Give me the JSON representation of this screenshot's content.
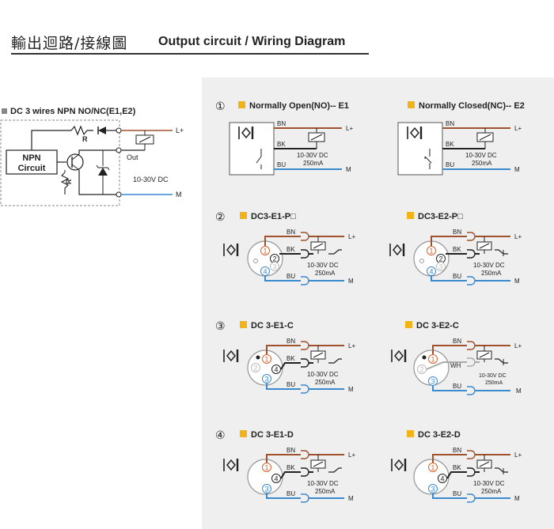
{
  "header": {
    "title_zh": "輸出迴路/接線圖",
    "title_en": "Output circuit / Wiring Diagram"
  },
  "npn": {
    "title": "DC 3 wires NPN NO/NC(E1,E2)",
    "box_label_1": "NPN",
    "box_label_2": "Circuit",
    "r1": "R",
    "r2": "R",
    "plus": "L+",
    "out": "Out",
    "voltage": "10-30V DC",
    "minus": "M"
  },
  "wire": {
    "bn": "BN",
    "bk": "BK",
    "bu": "BU",
    "wh": "WH",
    "plus": "L+",
    "minus": "M",
    "voltage": "10-30V DC",
    "current": "250mA"
  },
  "sections": [
    {
      "num": "①",
      "left_title": "Normally Open(NO)-- E1",
      "right_title": "Normally Closed(NC)-- E2"
    },
    {
      "num": "②",
      "left_title": "DC3-E1-P□",
      "right_title": "DC3-E2-P□"
    },
    {
      "num": "③",
      "left_title": "DC 3-E1-C",
      "right_title": "DC 3-E2-C"
    },
    {
      "num": "④",
      "left_title": "DC 3-E1-D",
      "right_title": "DC 3-E2-D"
    }
  ],
  "pins": {
    "p1": "1",
    "p2": "2",
    "p3": "3",
    "p4": "4"
  },
  "colors": {
    "brown": "#a0522d",
    "blue": "#3a8ad0",
    "black": "#222222",
    "yellow": "#f2b318",
    "orange_pin": "#d9622b",
    "grey": "#aaaaaa",
    "panel": "#efefef"
  }
}
